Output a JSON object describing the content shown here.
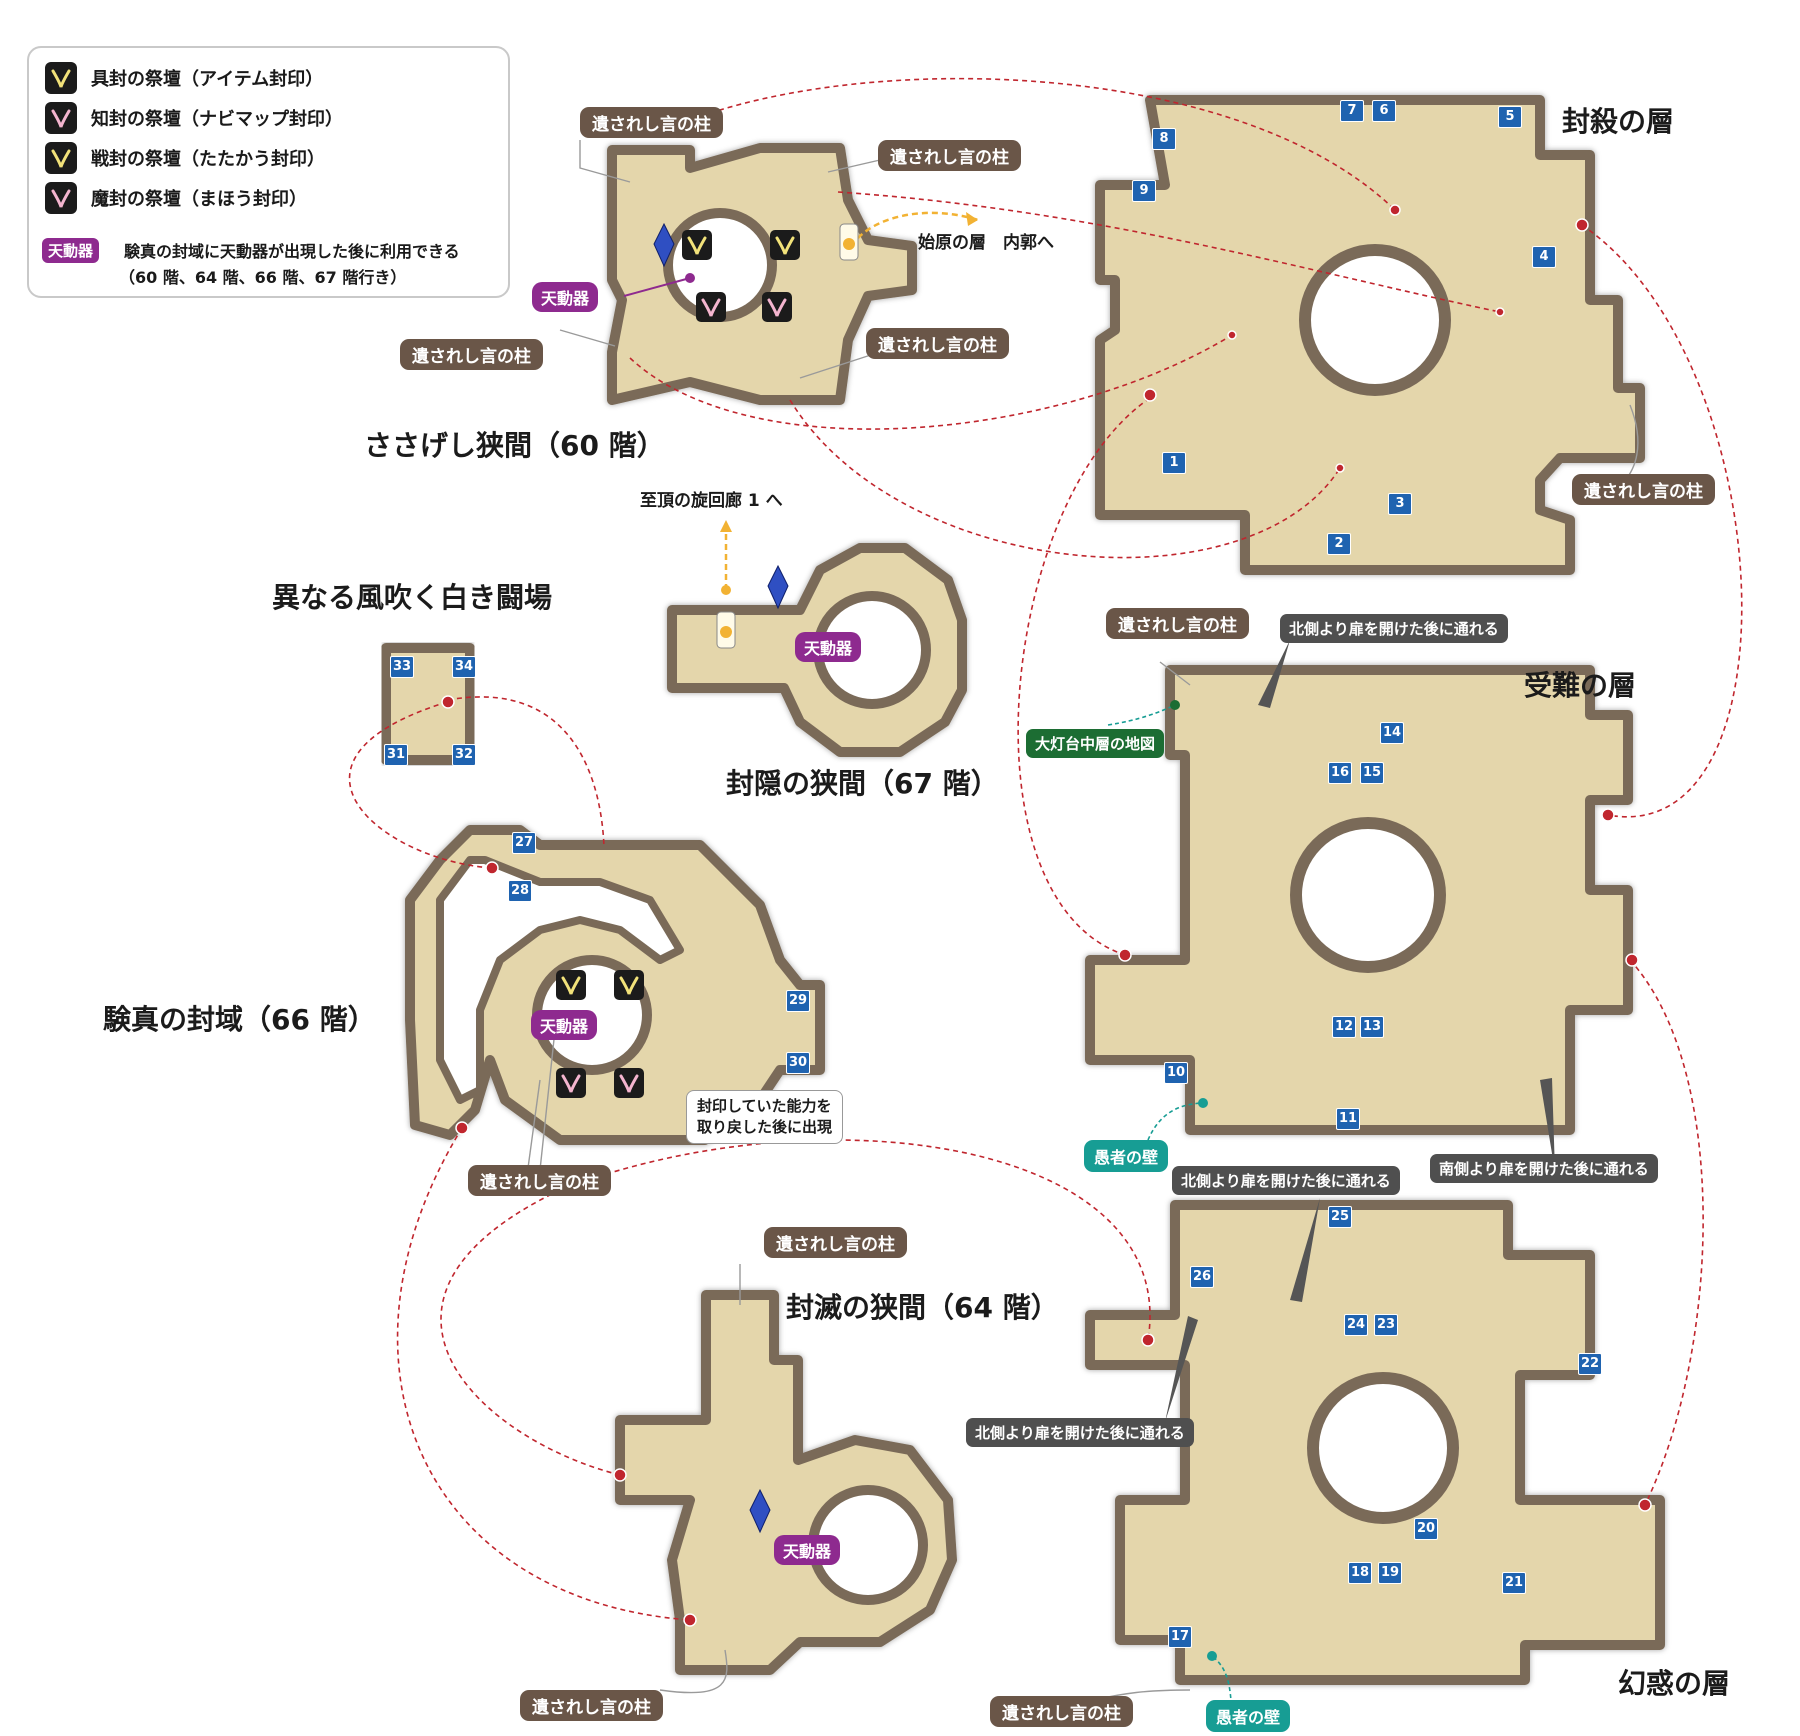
{
  "legend": {
    "items": [
      {
        "label": "具封の祭壇（アイテム封印）",
        "color": "#f2e27a"
      },
      {
        "label": "知封の祭壇（ナビマップ封印）",
        "color": "#f4b5cf"
      },
      {
        "label": "戦封の祭壇（たたかう封印）",
        "color": "#f2e27a"
      },
      {
        "label": "魔封の祭壇（まほう封印）",
        "color": "#f4b5cf"
      }
    ],
    "tendoki_tag": "天動器",
    "note_line1": "験真の封域に天動器が出現した後に利用できる",
    "note_line2": "（60 階、64 階、66 階、67 階行き）"
  },
  "floors": {
    "f60": "ささげし狭間（60 階）",
    "f67": "封隠の狭間（67 階）",
    "f66": "験真の封域（66 階）",
    "f64": "封滅の狭間（64 階）",
    "arena": "異なる風吹く白き闘場",
    "fusatsu": "封殺の層",
    "junan": "受難の層",
    "genwaku": "幻惑の層"
  },
  "pillar_label": "遺されし言の柱",
  "tendoki_label": "天動器",
  "exits": {
    "inner": "始原の層　内郭へ",
    "summit": "至頂の旋回廊 1 へ"
  },
  "notes": {
    "north_door": "北側より扉を開けた後に通れる",
    "south_door": "南側より扉を開けた後に通れる",
    "fool_wall": "愚者の壁",
    "map_item": "大灯台中層の地図",
    "appear_line1": "封印していた能力を",
    "appear_line2": "取り戻した後に出現"
  },
  "chest_numbers": [
    "1",
    "2",
    "3",
    "4",
    "5",
    "6",
    "7",
    "8",
    "9",
    "10",
    "11",
    "12",
    "13",
    "14",
    "15",
    "16",
    "17",
    "18",
    "19",
    "20",
    "21",
    "22",
    "23",
    "24",
    "25",
    "26",
    "27",
    "28",
    "29",
    "30",
    "31",
    "32",
    "33",
    "34"
  ],
  "colors": {
    "floor": "#e4d6ab",
    "wall": "#7a6a58",
    "chest": "#1f63b0",
    "warp_line": "#c0262e",
    "exit_arrow": "#f2b233",
    "tendoki": "#8e2a8f",
    "pillar": "#6a5648"
  },
  "icons": [
    "altar-icon",
    "crystal-icon",
    "lantern-icon",
    "chest-number",
    "warp-point"
  ]
}
